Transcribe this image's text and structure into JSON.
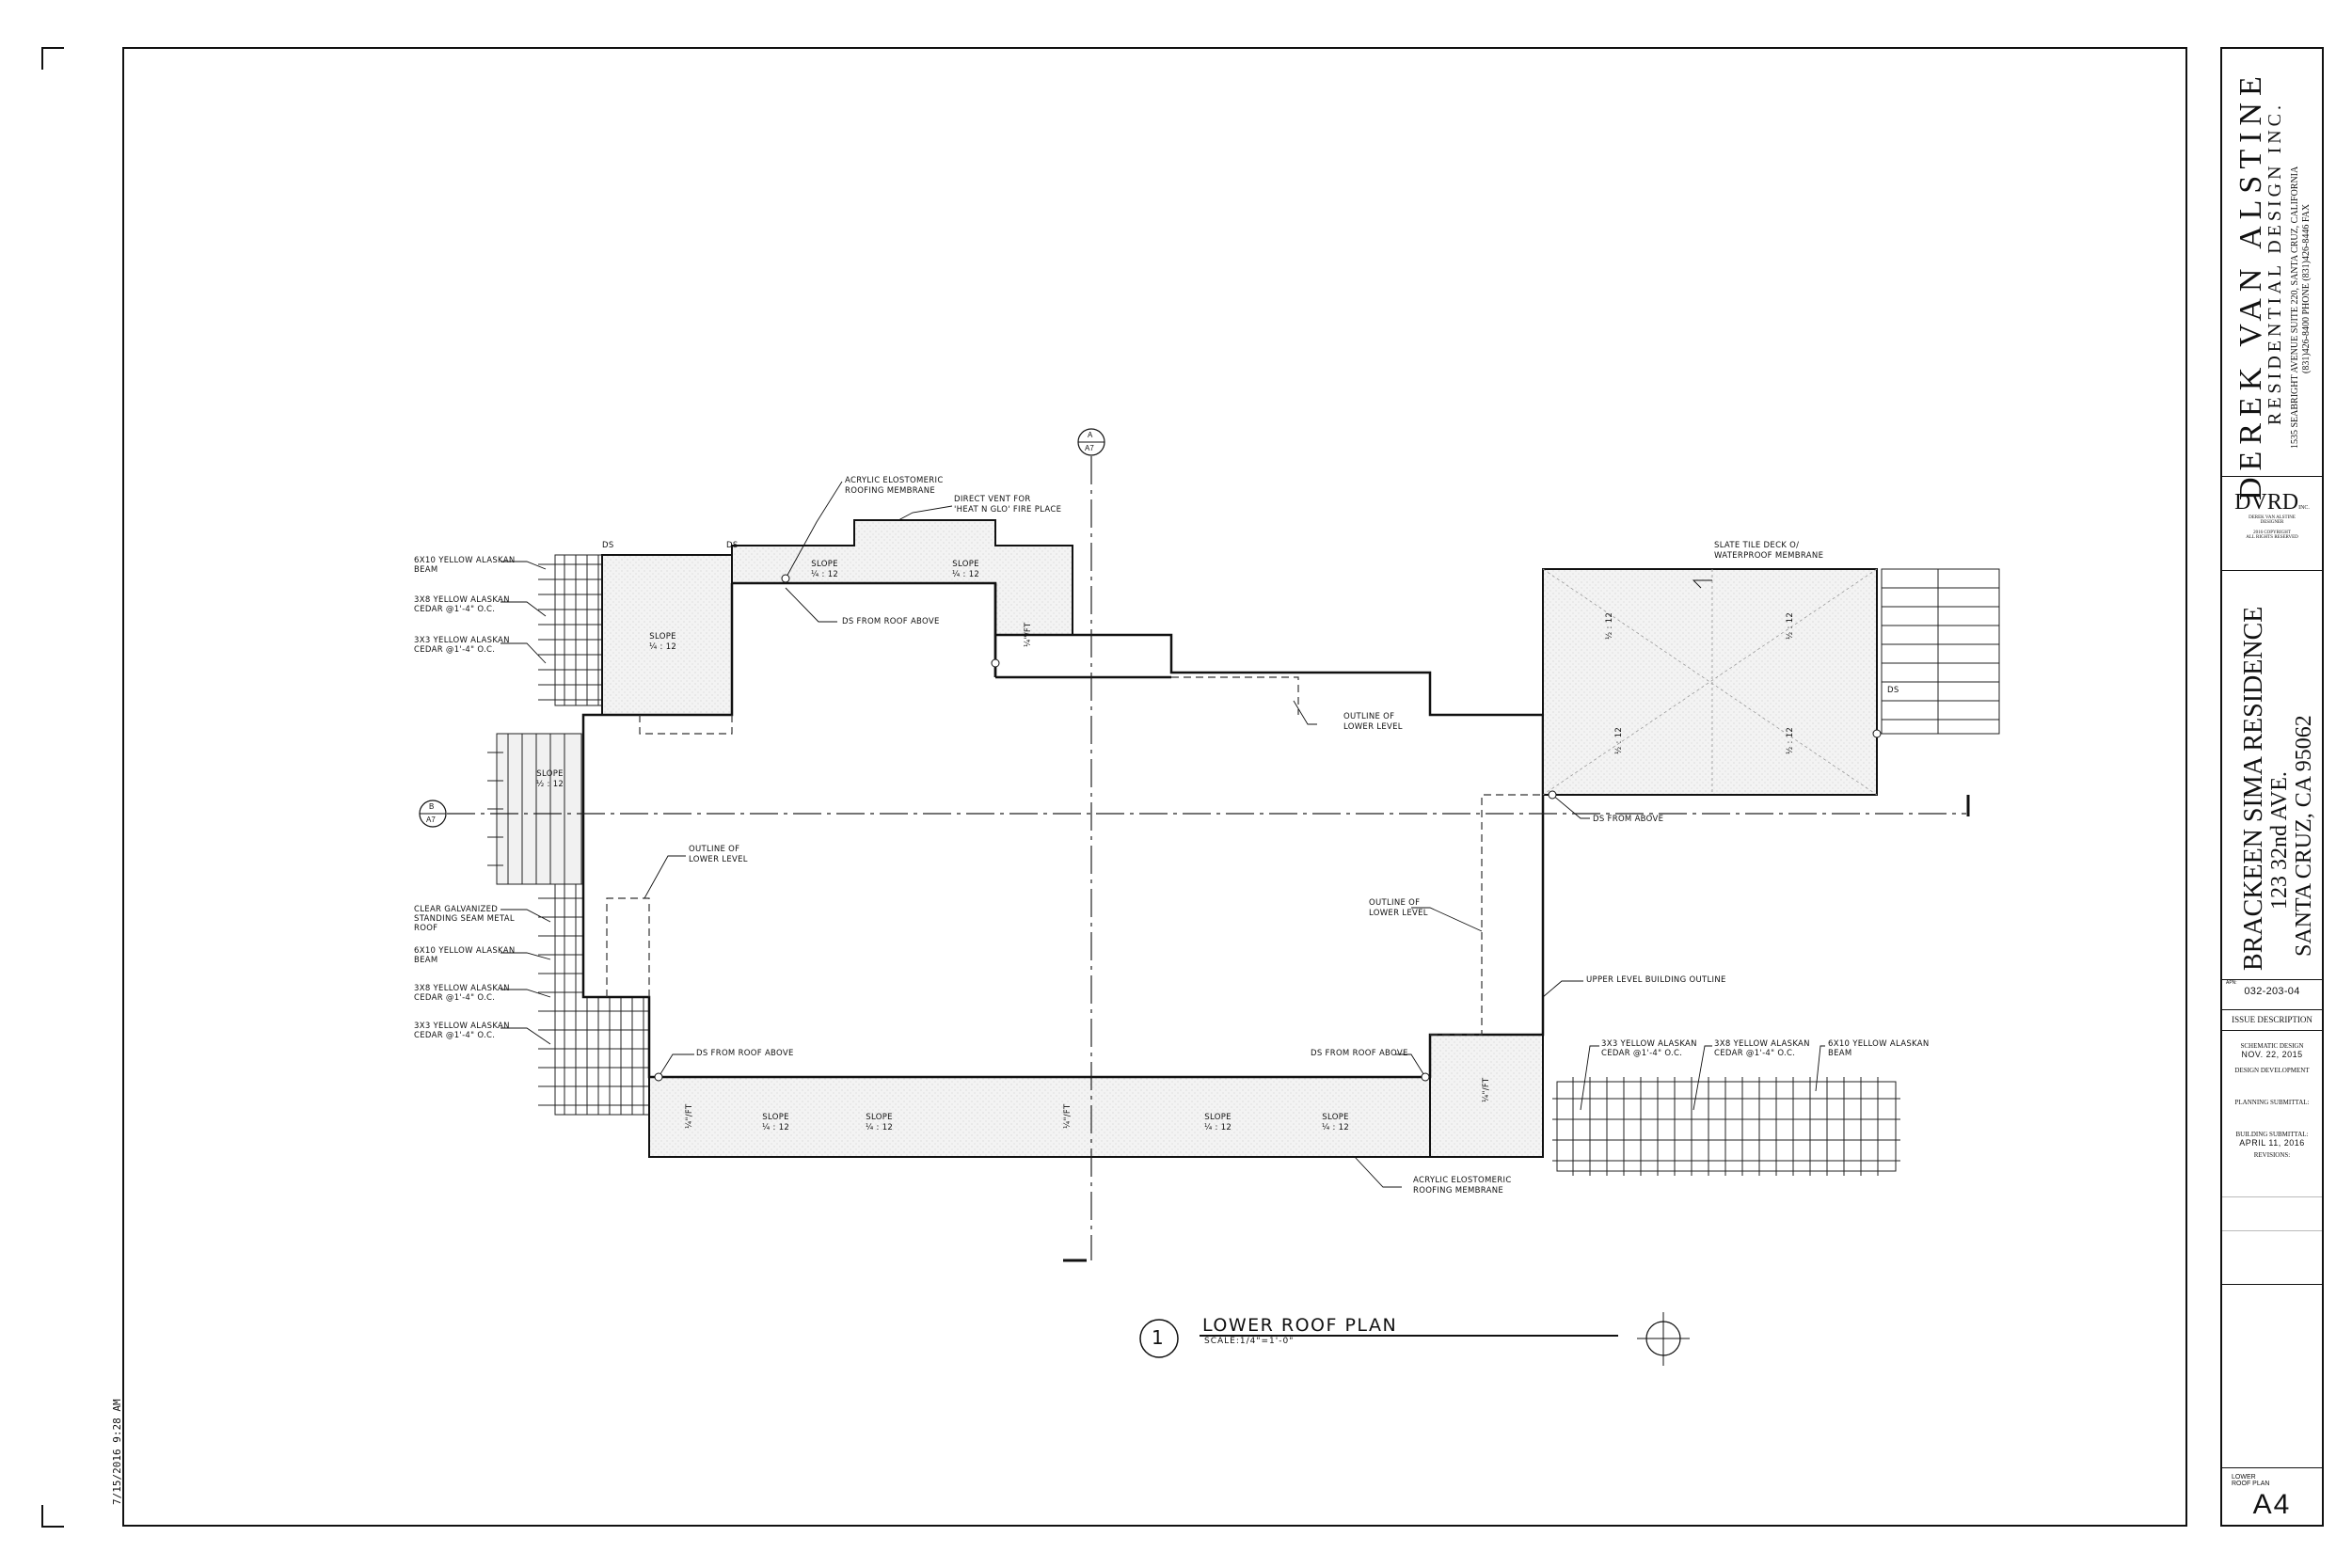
{
  "sheet": {
    "timestamp": "7/15/2016 9:28 AM",
    "drawing_title": "LOWER ROOF PLAN",
    "drawing_number": "1",
    "drawing_scale": "SCALE:1/4\"=1'-0\"",
    "section_a": {
      "letter": "A",
      "sheet": "A7"
    },
    "section_b": {
      "letter": "B",
      "sheet": "A7"
    }
  },
  "firm": {
    "name": "DEREK VAN ALSTINE",
    "subtitle": "RESIDENTIAL DESIGN INC.",
    "address": "1535 SEABRIGHT AVENUE SUITE 220, SANTA CRUZ, CALIFORNIA",
    "phone": "(831)426-8400 PHONE  (831)426-8446 FAX",
    "logo": "DVRD",
    "logo_sup": "INC.",
    "logo_sub1": "DEREK VAN ALSTINE",
    "logo_sub2": "DESIGNER",
    "copyright1": "2016 COPYRIGHT",
    "copyright2": "ALL RIGHTS RESERVED"
  },
  "project": {
    "name": "BRACKEEN SIMA RESIDENCE",
    "street": "123 32nd AVE.",
    "city": "SANTA CRUZ, CA 95062",
    "apn_label": "APN:",
    "apn": "032-203-04"
  },
  "issues": {
    "header": "ISSUE DESCRIPTION",
    "schematic_label": "SCHEMATIC DESIGN",
    "schematic_date": "NOV. 22, 2015",
    "design_dev_label": "DESIGN DEVELOPMENT",
    "planning_label": "PLANNING SUBMITTAL:",
    "building_label": "BUILDING SUBMITTAL:",
    "building_date": "APRIL 11, 2016",
    "revisions_label": "REVISIONS:"
  },
  "sheet_info": {
    "title_line1": "LOWER",
    "title_line2": "ROOF PLAN",
    "number": "A4"
  },
  "notes": {
    "acrylic_top_1": "ACRYLIC ELOSTOMERIC",
    "acrylic_top_2": "ROOFING MEMBRANE",
    "direct_vent_1": "DIRECT VENT FOR",
    "direct_vent_2": "'HEAT N GLO' FIRE PLACE",
    "ds_roof_above_top": "DS FROM ROOF ABOVE",
    "slate_deck_1": "SLATE TILE DECK o/",
    "slate_deck_2": "WATERPROOF MEMBRANE",
    "outline_lower_top_1": "OUTLINE OF",
    "outline_lower_top_2": "LOWER LEVEL",
    "ds_from_above": "DS FROM ABOVE",
    "outline_lower_left_1": "OUTLINE OF",
    "outline_lower_left_2": "LOWER LEVEL",
    "outline_lower_right_1": "OUTLINE OF",
    "outline_lower_right_2": "LOWER LEVEL",
    "upper_outline": "UPPER LEVEL BUILDING OUTLINE",
    "ds_roof_above_left": "DS FROM ROOF ABOVE",
    "ds_roof_above_right": "DS FROM ROOF ABOVE",
    "acrylic_bottom_1": "ACRYLIC ELOSTOMERIC",
    "acrylic_bottom_2": "ROOFING MEMBRANE",
    "left_beam_1a": "6x10 YELLOW ALASKAN",
    "left_beam_1b": "BEAM",
    "left_cedar_1a": "3x8 YELLOW ALASKAN",
    "left_cedar_1b": "CEDAR @1'-4\" O.C.",
    "left_cedar_2a": "3x3 YELLOW ALASKAN",
    "left_cedar_2b": "CEDAR @1'-4\" O.C.",
    "metal_roof_a": "CLEAR GALVANIZED",
    "metal_roof_b": "STANDING SEAM METAL",
    "metal_roof_c": "ROOF",
    "left_beam_2a": "6x10 YELLOW ALASKAN",
    "left_beam_2b": "BEAM",
    "left_cedar_3a": "3x8 YELLOW ALASKAN",
    "left_cedar_3b": "CEDAR @1'-4\" O.C.",
    "left_cedar_4a": "3x3 YELLOW ALASKAN",
    "left_cedar_4b": "CEDAR @1'-4\" O.C.",
    "right_cedar_1a": "3x3 YELLOW ALASKAN",
    "right_cedar_1b": "CEDAR @1'-4\" O.C.",
    "right_cedar_2a": "3x8 YELLOW ALASKAN",
    "right_cedar_2b": "CEDAR @1'-4\" O.C.",
    "right_beam_a": "6x10 YELLOW ALASKAN",
    "right_beam_b": "BEAM",
    "ds_label": "DS",
    "slope_word": "SLOPE",
    "slope_quarter": "¼ : 12",
    "slope_half": "½ : 12",
    "slope_v": "¼\"/FT"
  }
}
